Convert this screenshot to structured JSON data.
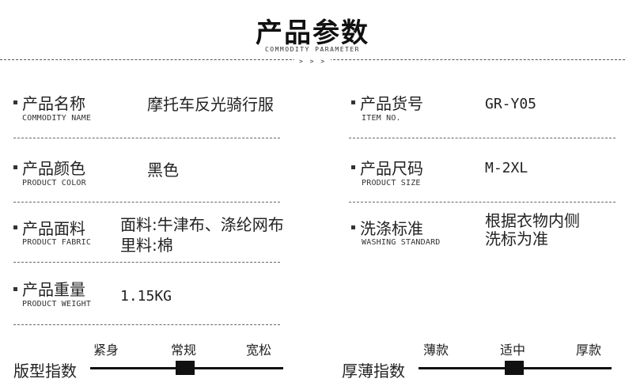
{
  "header": {
    "title": "产品参数",
    "subtitle": "COMMODITY PARAMETER",
    "arrows": "> > >"
  },
  "params": {
    "name": {
      "cn": "产品名称",
      "en": "COMMODITY NAME",
      "value": "摩托车反光骑行服"
    },
    "item": {
      "cn": "产品货号",
      "en": "ITEM NO.",
      "value": "GR-Y05"
    },
    "color": {
      "cn": "产品颜色",
      "en": "PRODUCT COLOR",
      "value": "黑色"
    },
    "size": {
      "cn": "产品尺码",
      "en": "PRODUCT SIZE",
      "value": "M-2XL"
    },
    "fabric": {
      "cn": "产品面料",
      "en": "PRODUCT FABRIC",
      "value_line1": "面料:牛津布、涤纶网布",
      "value_line2": "里料:棉"
    },
    "wash": {
      "cn": "洗涤标准",
      "en": "WASHING STANDARD",
      "value_line1": "根据衣物内侧",
      "value_line2": "洗标为准"
    },
    "weight": {
      "cn": "产品重量",
      "en": "PRODUCT WEIGHT",
      "value": "1.15KG"
    }
  },
  "fit_index": {
    "label": "版型指数",
    "ticks": [
      "紧身",
      "常规",
      "宽松"
    ],
    "selected": "常规"
  },
  "thickness_index": {
    "label": "厚薄指数",
    "ticks": [
      "薄款",
      "适中",
      "厚款"
    ],
    "selected": "适中"
  }
}
